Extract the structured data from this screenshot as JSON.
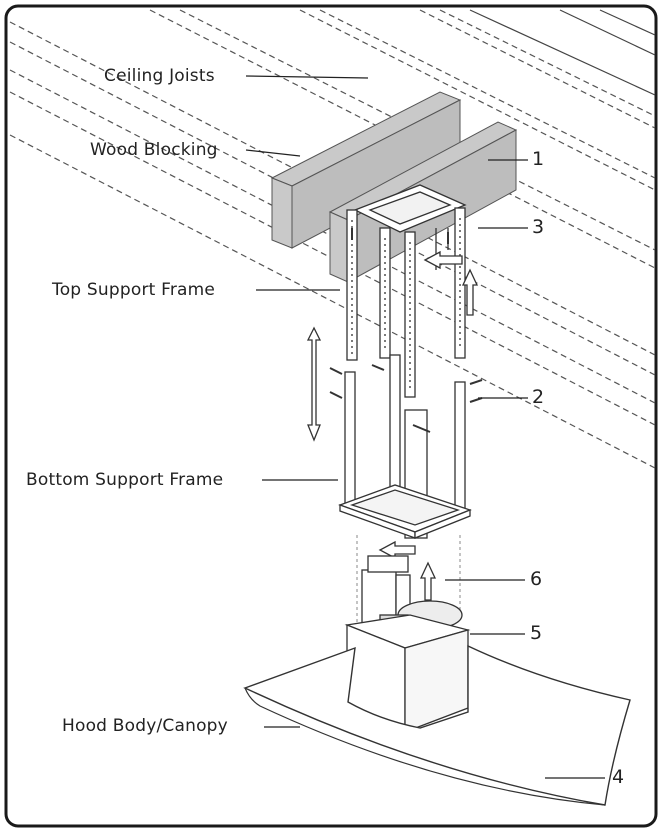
{
  "labels": {
    "ceiling_joists": "Ceiling Joists",
    "wood_blocking": "Wood Blocking",
    "top_support_frame": "Top Support Frame",
    "bottom_support_frame": "Bottom Support Frame",
    "hood_body": "Hood Body/Canopy"
  },
  "callouts": {
    "c1": "1",
    "c2": "2",
    "c3": "3",
    "c4": "4",
    "c5": "5",
    "c6": "6"
  },
  "colors": {
    "ink": "#222222",
    "blocking": "#c9c9c9",
    "border": "#1a1a1a",
    "background": "#ffffff"
  }
}
